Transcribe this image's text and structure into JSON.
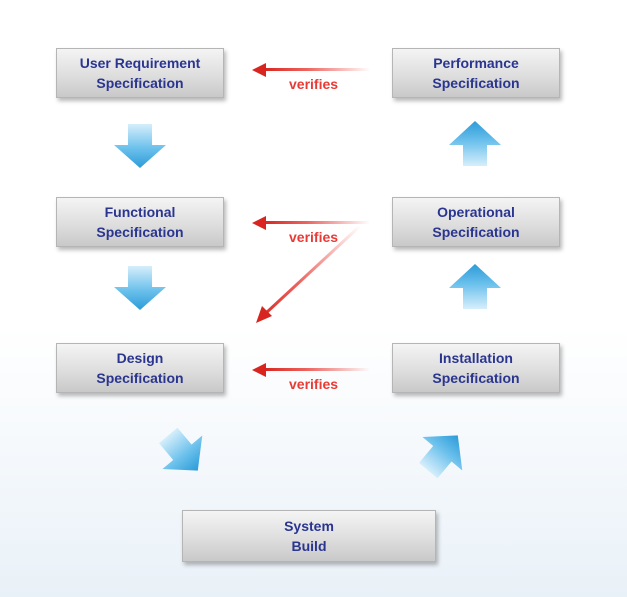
{
  "boxes": {
    "user_req": {
      "line1": "User Requirement",
      "line2": "Specification"
    },
    "functional": {
      "line1": "Functional",
      "line2": "Specification"
    },
    "design": {
      "line1": "Design",
      "line2": "Specification"
    },
    "performance": {
      "line1": "Performance",
      "line2": "Specification"
    },
    "operational": {
      "line1": "Operational",
      "line2": "Specification"
    },
    "installation": {
      "line1": "Installation",
      "line2": "Specification"
    },
    "system_build": {
      "line1": "System",
      "line2": "Build"
    }
  },
  "relations": {
    "verifies_top": "verifies",
    "verifies_middle": "verifies",
    "verifies_bottom": "verifies"
  },
  "colors": {
    "box_text": "#2a3590",
    "verify_text": "#e83b35",
    "flow_arrow": "#2b9fdd"
  }
}
